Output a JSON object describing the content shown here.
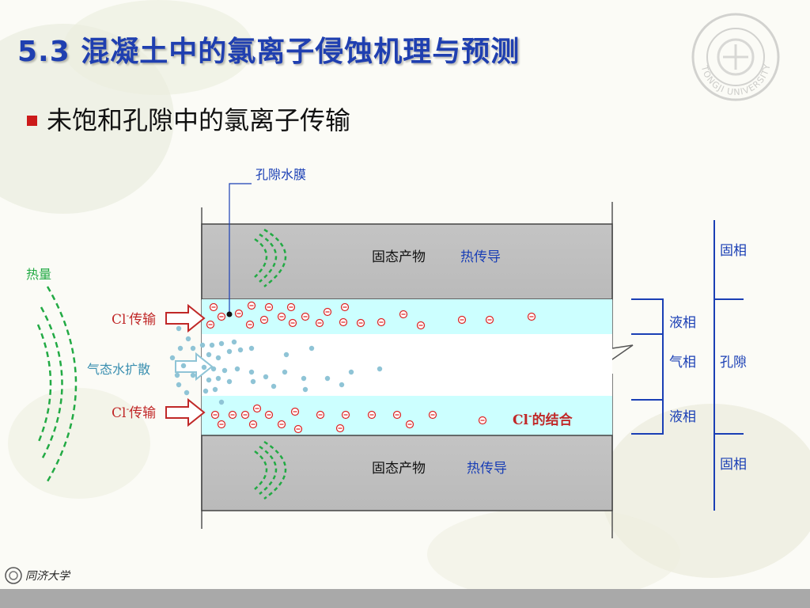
{
  "slide": {
    "title": "5.3 混凝土中的氯离子侵蚀机理与预测",
    "bullet": "未饱和孔隙中的氯离子传输"
  },
  "seal": {
    "text": "TONGJI UNIVERSITY"
  },
  "footer": {
    "logo_text": "同济大学"
  },
  "diagram": {
    "pore_film_label": "孔隙水膜",
    "heat_label": "热量",
    "solid_top_label": "固态产物",
    "heat_conduction_top": "热传导",
    "solid_bottom_label": "固态产物",
    "heat_conduction_bottom": "热传导",
    "cl_transport_top": "Cl",
    "cl_transport_top_suffix": "传输",
    "cl_transport_bottom": "Cl",
    "cl_transport_bottom_suffix": "传输",
    "cl_superscript": "-",
    "vapor_diffusion": "气态水扩散",
    "cl_binding": "Cl",
    "cl_binding_suffix": "的结合",
    "ion_symbol": "⊖",
    "phase_labels": {
      "liquid_top": "液相",
      "gas": "气相",
      "liquid_bottom": "液相",
      "solid_top": "固相",
      "pore": "孔隙",
      "solid_bottom": "固相"
    }
  },
  "colors": {
    "title": "#1f3fb0",
    "solid_gray": "#c0c0c0",
    "liquid_cyan": "#ccffff",
    "ion_red": "#dd2222",
    "arrow_red": "#c02828",
    "vapor_blue": "#8fc4d6",
    "heat_green": "#22aa44",
    "label_blue": "#1a3fb5"
  }
}
